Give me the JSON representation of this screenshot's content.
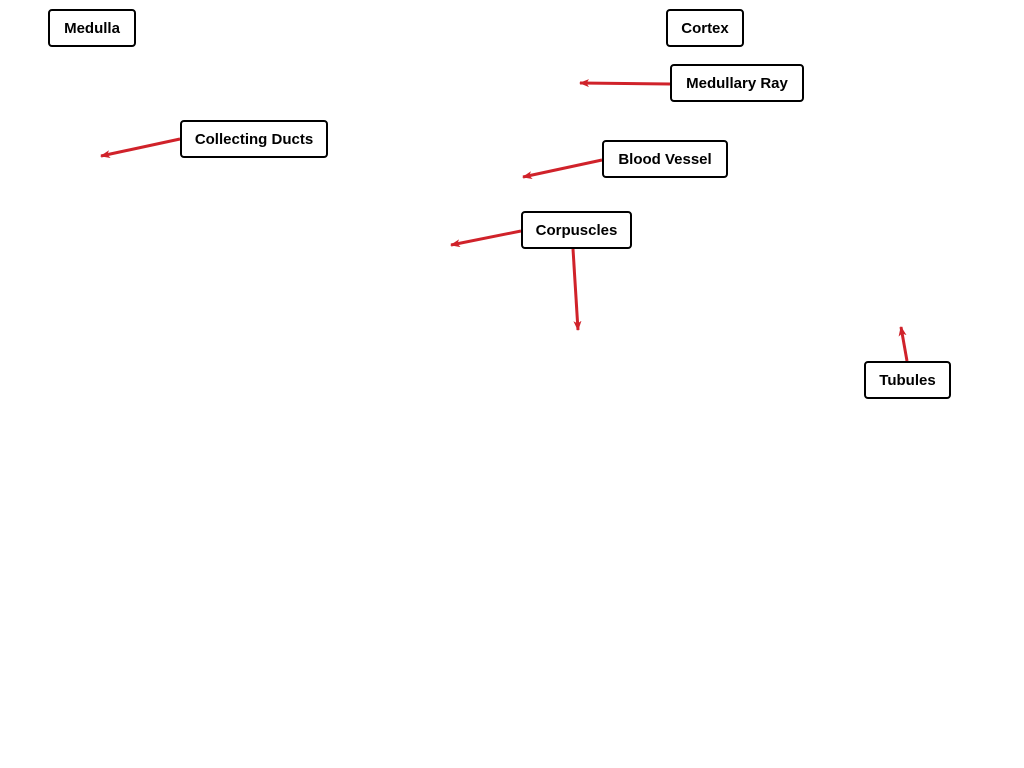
{
  "labels": {
    "medulla": "Medulla",
    "cortex": "Cortex",
    "medullary_ray": "Medullary Ray",
    "collecting_ducts": "Collecting Ducts",
    "blood_vessel": "Blood Vessel",
    "corpuscles": "Corpuscles",
    "tubules": "Tubules"
  },
  "colors": {
    "arrow": "#d0222a",
    "border": "#000000",
    "background": "#ffffff"
  }
}
